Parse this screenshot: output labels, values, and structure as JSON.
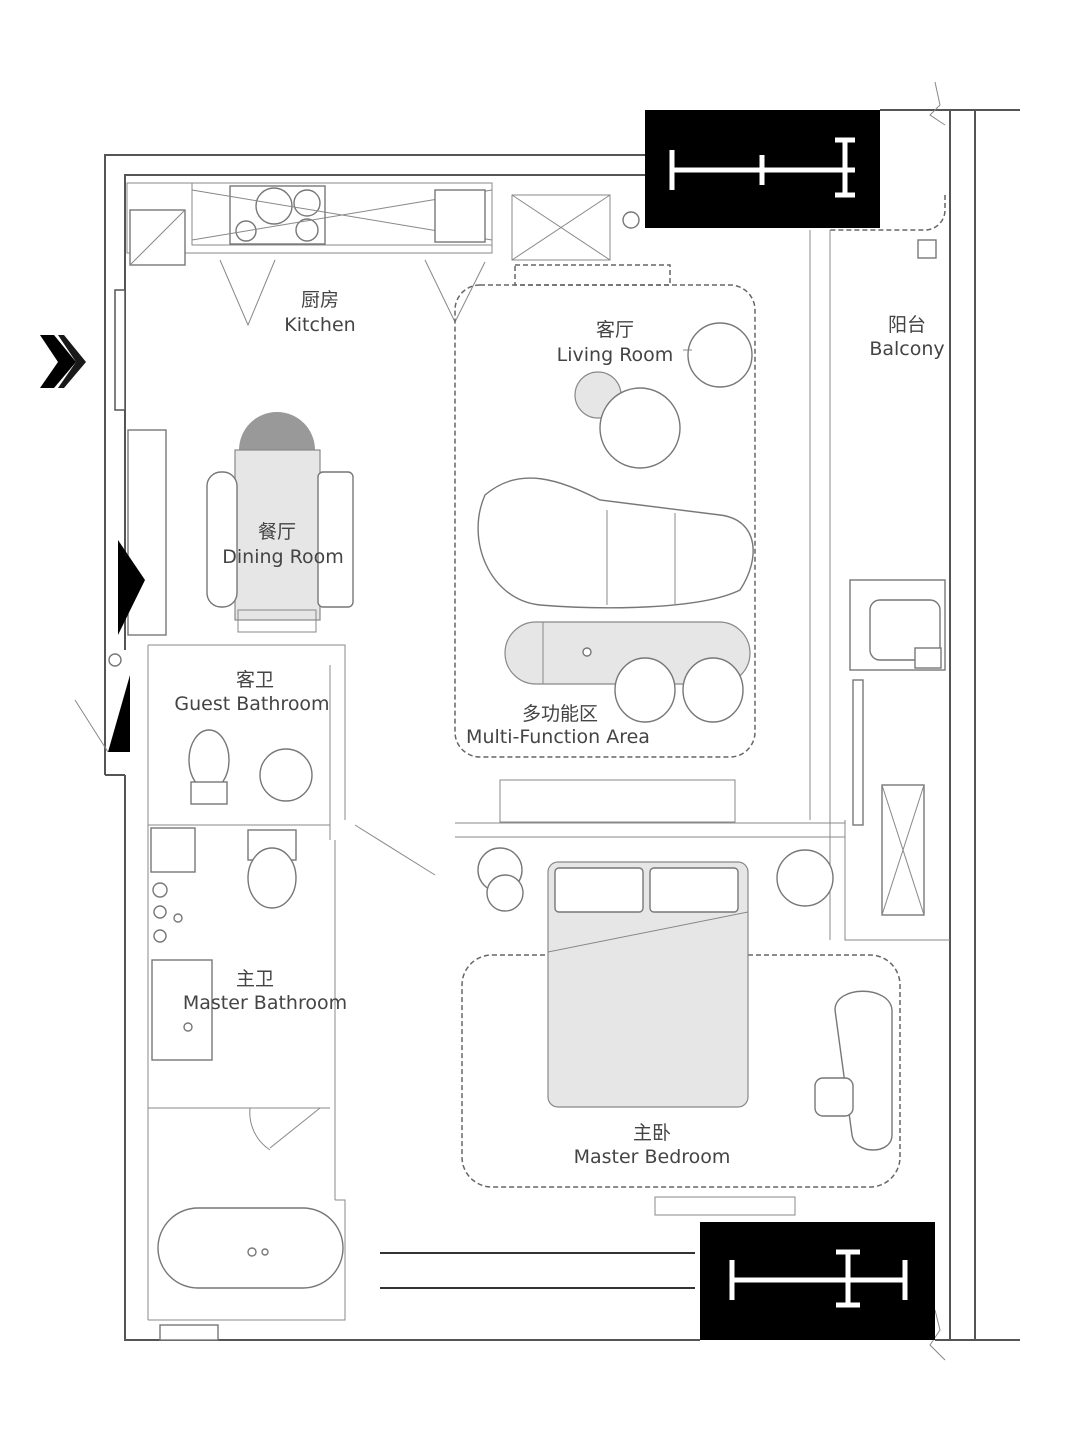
{
  "rooms": {
    "kitchen": {
      "zh": "厨房",
      "en": "Kitchen"
    },
    "living_room": {
      "zh": "客厅",
      "en": "Living Room"
    },
    "balcony": {
      "zh": "阳台",
      "en": "Balcony"
    },
    "dining_room": {
      "zh": "餐厅",
      "en": "Dining Room"
    },
    "guest_bathroom": {
      "zh": "客卫",
      "en": "Guest Bathroom"
    },
    "multi_function_area": {
      "zh": "多功能区",
      "en": "Multi-Function Area"
    },
    "master_bathroom": {
      "zh": "主卫",
      "en": "Master Bathroom"
    },
    "master_bedroom": {
      "zh": "主卧",
      "en": "Master Bedroom"
    }
  },
  "colors": {
    "wall": "#555555",
    "furniture_fill": "#e6e6e6",
    "label": "#444444",
    "solid": "#000000"
  },
  "icons": {
    "entrance": "entrance-arrow-icon"
  }
}
